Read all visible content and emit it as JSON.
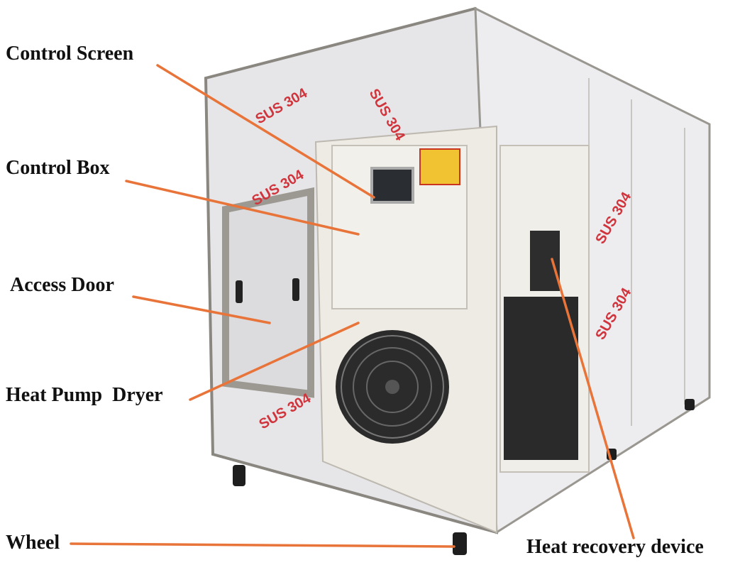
{
  "labels": {
    "control_screen": "Control Screen",
    "control_box": "Control Box",
    "access_door": "Access Door",
    "heat_pump_dryer": "Heat Pump  Dryer",
    "wheel": "Wheel",
    "heat_recovery_device": "Heat recovery device"
  },
  "product_markings": {
    "film_text": "SUS 304"
  },
  "colors": {
    "leader_line": "#e8743a",
    "film_print": "#d0343c",
    "cabinet": "#ece9e2",
    "steel_frame": "#8a8680"
  }
}
